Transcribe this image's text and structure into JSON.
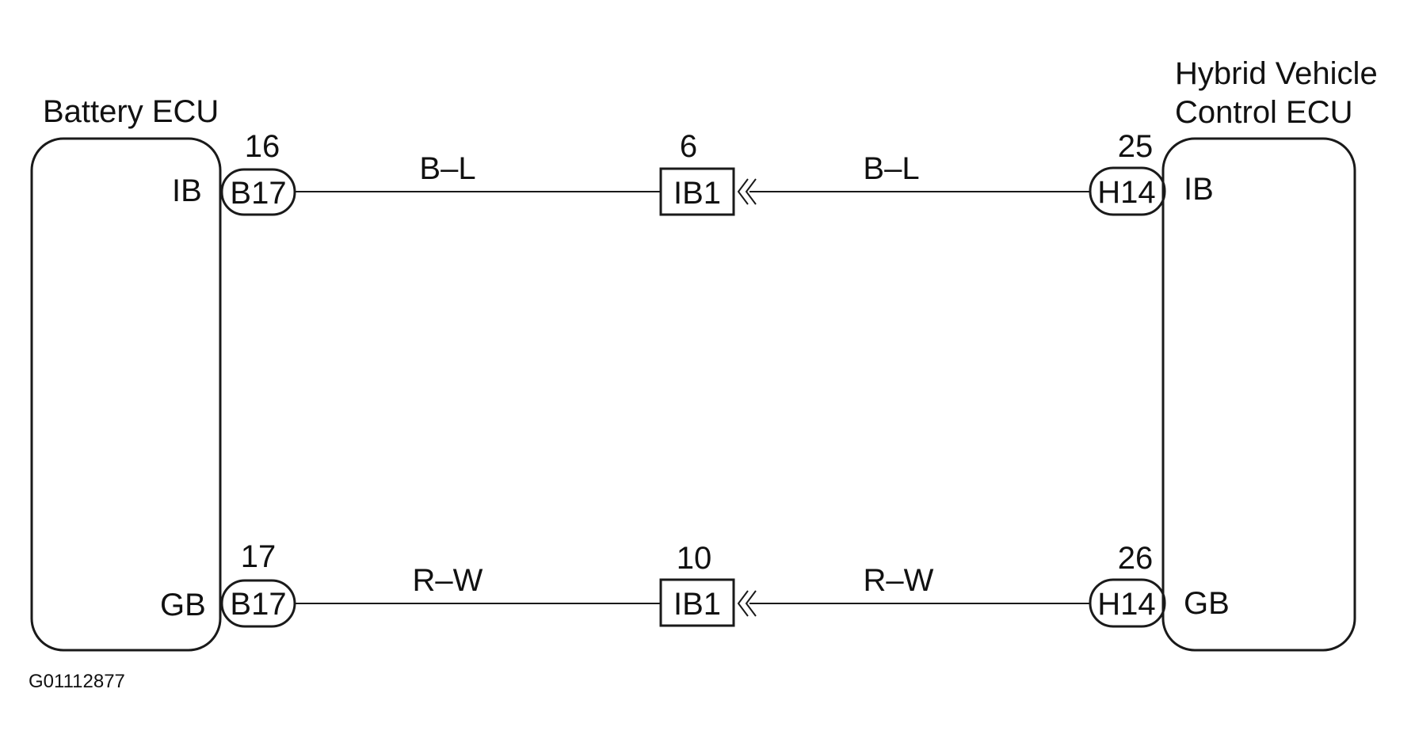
{
  "components": {
    "left_ecu": {
      "title": "Battery ECU",
      "pin_top": "IB",
      "pin_bottom": "GB"
    },
    "right_ecu": {
      "title_line1": "Hybrid Vehicle",
      "title_line2": "Control ECU",
      "pin_top": "IB",
      "pin_bottom": "GB"
    }
  },
  "connectors": {
    "b17_top": {
      "name": "B17",
      "pin": "16"
    },
    "b17_bottom": {
      "name": "B17",
      "pin": "17"
    },
    "ib1_top": {
      "name": "IB1",
      "pin": "6"
    },
    "ib1_bottom": {
      "name": "IB1",
      "pin": "10"
    },
    "h14_top": {
      "name": "H14",
      "pin": "25"
    },
    "h14_bottom": {
      "name": "H14",
      "pin": "26"
    }
  },
  "wires": {
    "top_left": "B–L",
    "top_right": "B–L",
    "bottom_left": "R–W",
    "bottom_right": "R–W"
  },
  "figure_id": "G01112877"
}
